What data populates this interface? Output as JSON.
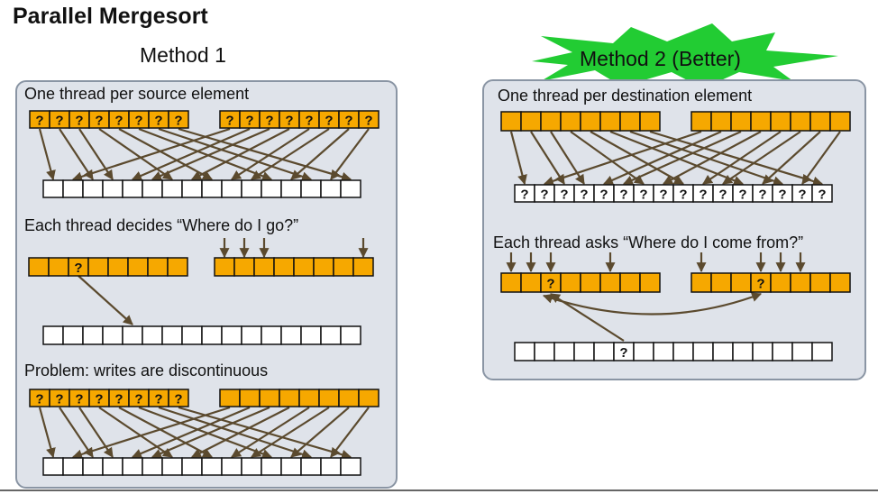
{
  "slide": {
    "title": "Parallel Mergesort",
    "method1": {
      "title": "Method 1",
      "caption1": "One thread per source element",
      "caption2": "Each thread decides “Where do I go?”",
      "caption3": "Problem: writes are discontinuous"
    },
    "method2": {
      "title": "Method 2 (Better)",
      "caption1": "One thread per destination element",
      "caption2": "Each thread asks “Where do I come from?”"
    },
    "unknown_mark": "?"
  },
  "colors": {
    "source_fill": "#f6a800",
    "dest_fill": "#ffffff",
    "arrow": "#5b4a2e",
    "panel_bg": "#dfe3ea",
    "panel_border": "#8a95a4",
    "burst": "#22cc33"
  }
}
